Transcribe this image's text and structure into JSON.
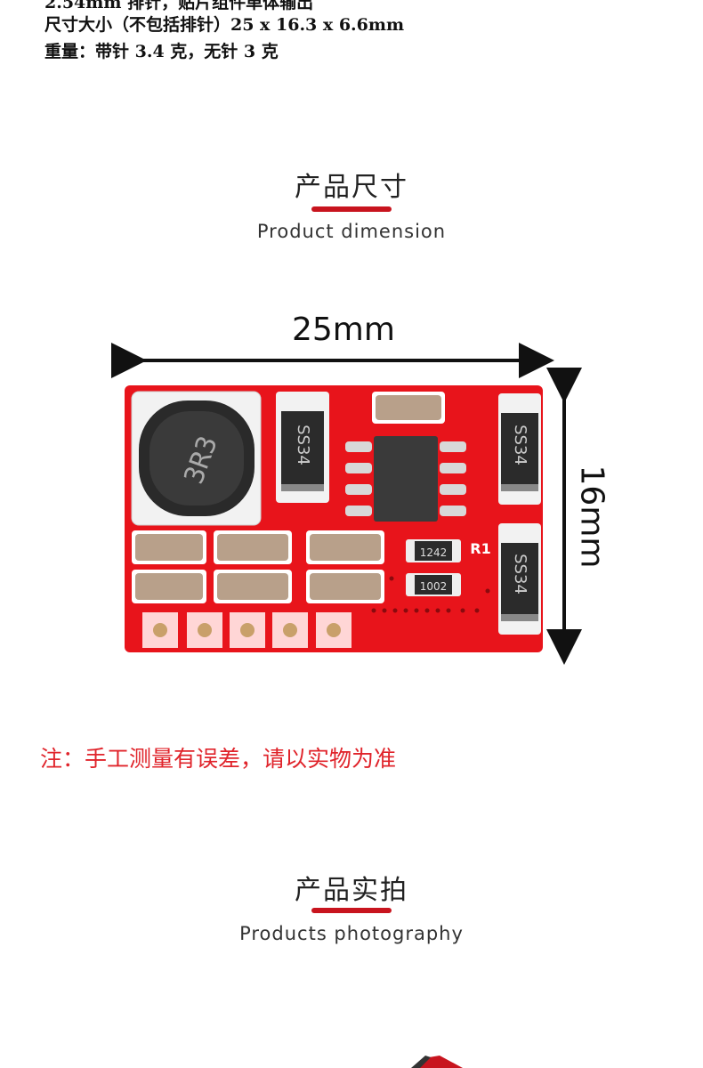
{
  "specs": {
    "cut_line": "2.54mm 排针，贴片组件单体输出",
    "size_line": "尺寸大小（不包括排针）25 x 16.3 x 6.6mm",
    "weight_line": "重量：带针 3.4 克，无针 3 克"
  },
  "section_dimension": {
    "title": "产品尺寸",
    "subtitle": "Product dimension"
  },
  "dimensions": {
    "width_label": "25mm",
    "height_label": "16mm"
  },
  "board_marks": {
    "inductor_code": "3R3",
    "diode_label": "SS34",
    "resistor_1": "1242",
    "resistor_2": "1002",
    "ref_label": "R1"
  },
  "note": "注：手工测量有误差，请以实物为准",
  "section_photo": {
    "title": "产品实拍",
    "subtitle": "Products photography"
  },
  "colors": {
    "accent": "#c8141e",
    "pcb": "#e8141b",
    "note": "#e0242b"
  }
}
